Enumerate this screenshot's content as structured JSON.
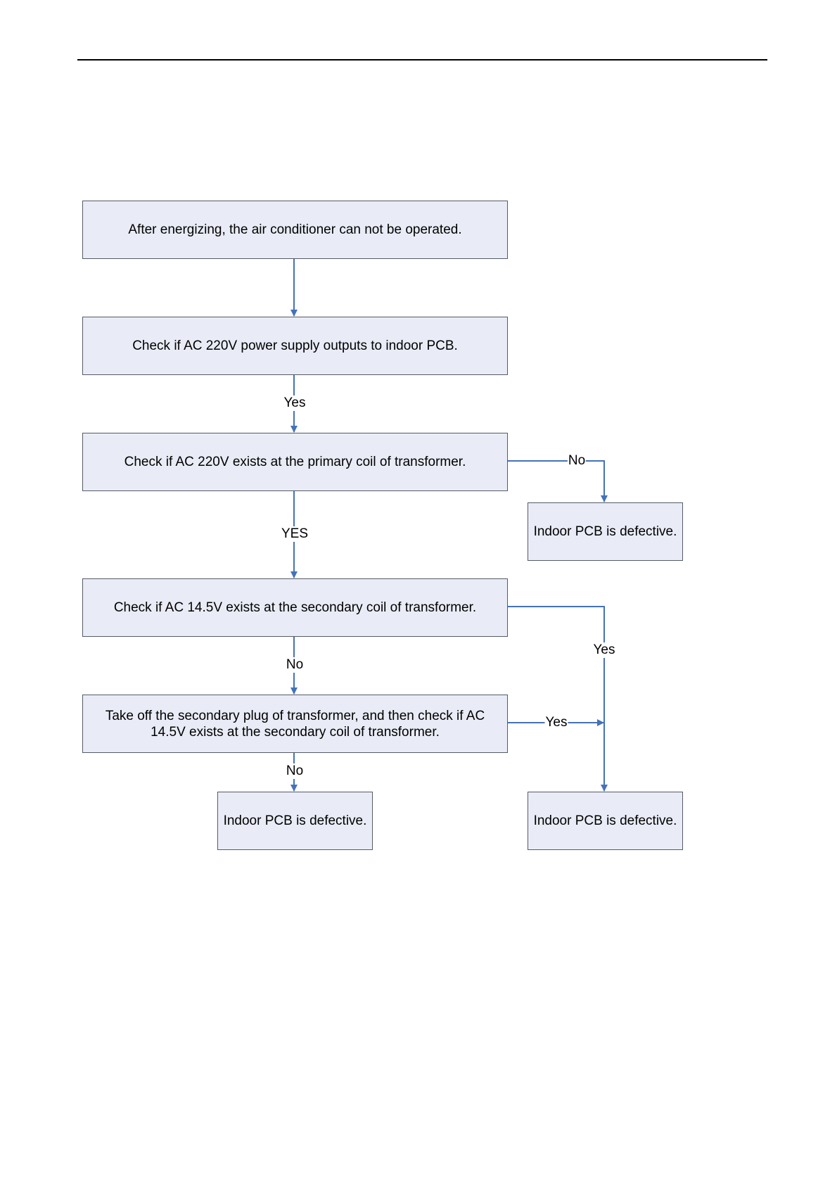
{
  "colors": {
    "box_fill": "#e9ecf6",
    "box_border": "#555a66",
    "connector": "#4472b8"
  },
  "nodes": {
    "start": "After energizing, the air conditioner can not be operated.",
    "check_power": "Check if AC 220V power supply outputs to indoor PCB.",
    "check_primary": "Check if AC 220V exists at the primary coil of transformer.",
    "pcb_defective_1": "Indoor PCB is defective.",
    "check_secondary": "Check if AC 14.5V exists at the secondary coil of transformer.",
    "check_plug_off": "Take off the secondary plug of transformer, and then check if AC 14.5V exists at the secondary coil of transformer.",
    "pcb_defective_2": "Indoor PCB is defective.",
    "pcb_defective_3": "Indoor PCB is defective."
  },
  "edge_labels": {
    "power_to_primary": "Yes",
    "primary_to_pcb1": "No",
    "primary_to_secondary": "YES",
    "secondary_to_pcb3": "Yes",
    "secondary_to_plug_off": "No",
    "plug_off_to_pcb3": "Yes",
    "plug_off_to_pcb2": "No"
  }
}
